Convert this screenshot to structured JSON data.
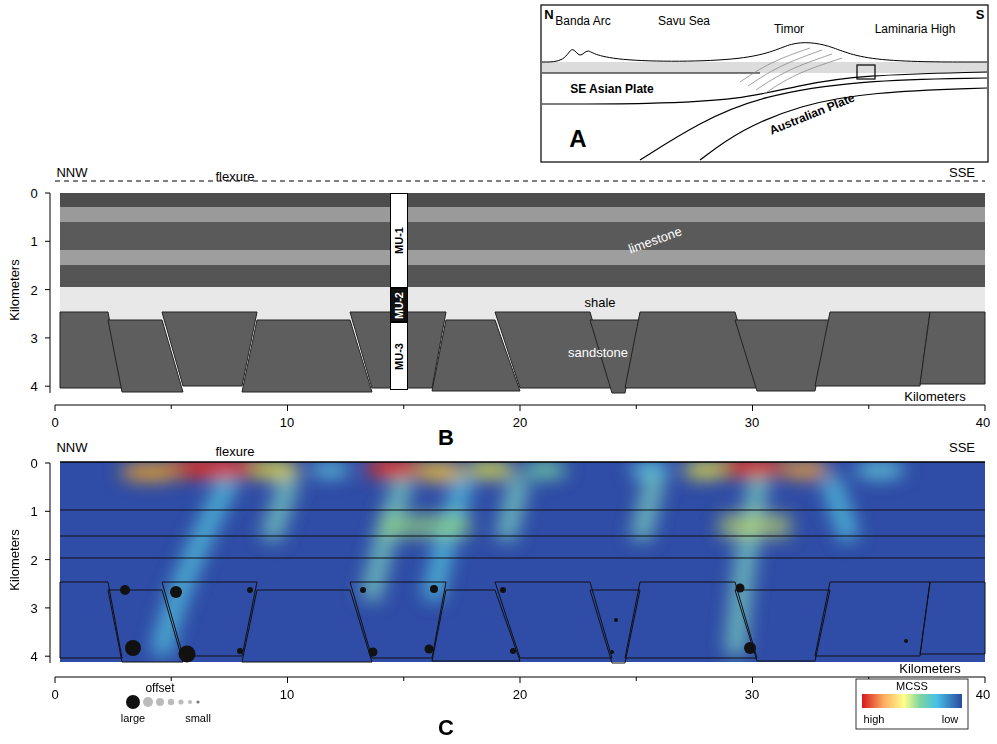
{
  "diagram": {
    "nodes": [
      {
        "text": [
          "MU-1"
        ]
      },
      {
        "text": [
          "MU-2"
        ]
      },
      {
        "text": [
          "MU-3"
        ]
      }
    ],
    "labels": [
      "N",
      "S",
      "Banda Arc",
      "Savu Sea",
      "Timor",
      "Laminaria High",
      "SE Asian Plate",
      "Australian Plate",
      "A",
      "NNW",
      "SSE",
      "flexure",
      "0",
      "1",
      "2",
      "3",
      "4",
      "Kilometers",
      "limestone",
      "shale",
      "sandstone",
      "Kilometers",
      "0",
      "10",
      "20",
      "30",
      "40",
      "B",
      "NNW",
      "SSE",
      "flexure",
      "0",
      "1",
      "2",
      "3",
      "4",
      "Kilometers",
      "Kilometers",
      "0",
      "10",
      "20",
      "30",
      "40",
      "offset",
      "large",
      "small",
      "MCSS",
      "high",
      "low",
      "C"
    ]
  }
}
